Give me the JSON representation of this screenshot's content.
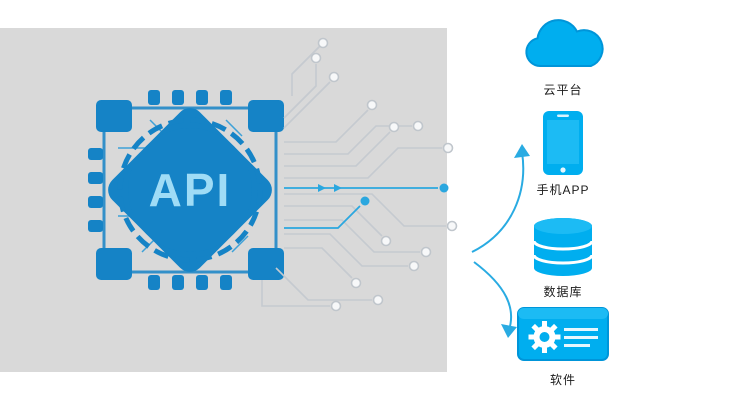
{
  "diagram": {
    "chip_label": "API",
    "endpoints": [
      {
        "id": "cloud",
        "label": "云平台"
      },
      {
        "id": "phone",
        "label": "手机APP"
      },
      {
        "id": "database",
        "label": "数据库"
      },
      {
        "id": "software",
        "label": "软件"
      }
    ],
    "colors": {
      "chip_blue": "#1583c6",
      "chip_text_blue": "#9fdcf6",
      "accent_cyan": "#00aeef",
      "connector_cyan": "#29abe2",
      "trace_gray": "#c5cad0",
      "panel_gray": "#d9d9d9",
      "label_text": "#1a1a1a"
    }
  }
}
